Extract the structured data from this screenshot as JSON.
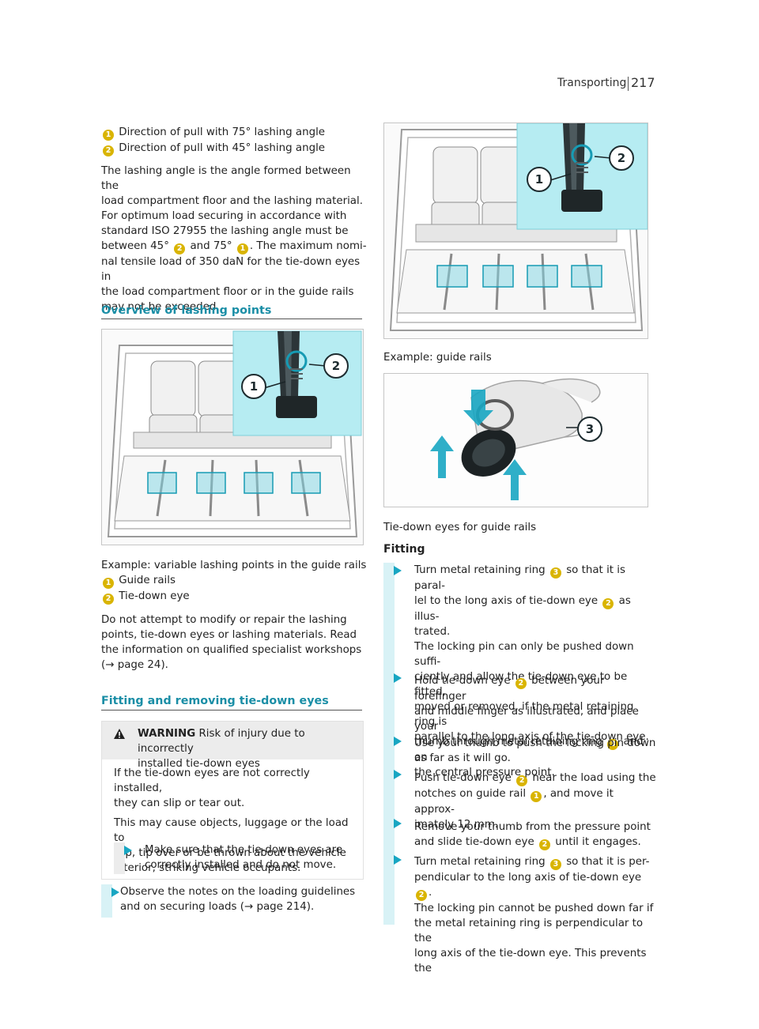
{
  "header": {
    "title": "Transporting",
    "page": "217"
  },
  "legend_top": [
    {
      "num": "1",
      "text": "Direction of pull with 75° lashing angle"
    },
    {
      "num": "2",
      "text": "Direction of pull with 45° lashing angle"
    }
  ],
  "intro": {
    "l1": "The lashing angle is the angle formed between the",
    "l2": "load compartment floor and the lashing material.",
    "l3": "For optimum load securing in accordance with",
    "l4": "standard ISO 27955 the lashing angle must be",
    "l5a": "between 45°",
    "l5b": "and 75°",
    "l5c": ". The maximum nomi-",
    "l6": "nal tensile load of 350 daN for the tie-down eyes in",
    "l7": "the load compartment floor or in the guide rails",
    "l8": "may not be exceeded.",
    "n2": "2",
    "n1": "1"
  },
  "section1": {
    "title": "Overview of lashing points"
  },
  "figure1": {
    "caption": "Example: variable lashing points in the guide rails",
    "callouts": [
      "1",
      "2"
    ],
    "legend": [
      {
        "num": "1",
        "text": "Guide rails"
      },
      {
        "num": "2",
        "text": "Tie-down eye"
      }
    ]
  },
  "modify_note": {
    "l1": "Do not attempt to modify or repair the lashing",
    "l2": "points, tie-down eyes or lashing materials. Read",
    "l3": "the information on qualified specialist workshops",
    "l4": "(→ page 24)."
  },
  "section2": {
    "title": "Fitting and removing tie-down eyes"
  },
  "warning": {
    "label": "WARNING",
    "title_a": "Risk of injury due to incorrectly",
    "title_b": "installed tie-down eyes",
    "p1_l1": "If the tie-down eyes are not correctly installed,",
    "p1_l2": "they can slip or tear out.",
    "p2_l1": "This may cause objects, luggage or the load to",
    "p2_l2": "slip, tip over or be thrown about the vehicle",
    "p2_l3": "interior, striking vehicle occupants.",
    "step_l1": "Make sure that the tie-down eyes are",
    "step_l2": "correctly installed and do not move."
  },
  "observe_step": {
    "l1": "Observe the notes on the loading guidelines",
    "l2": "and on securing loads (→ page 214)."
  },
  "figure2": {
    "caption": "Example: guide rails",
    "callouts": [
      "1",
      "2"
    ]
  },
  "figure3": {
    "caption": "Tie-down eyes for guide rails",
    "callouts": [
      "3"
    ]
  },
  "fitting": {
    "title": "Fitting",
    "steps": [
      {
        "l1a": "Turn metal retaining ring",
        "n1": "3",
        "l1b": "so that it is paral-",
        "l2a": "lel to the long axis of tie-down eye",
        "n2": "2",
        "l2b": "as illus-",
        "l3": "trated.",
        "l4": "The locking pin can only be pushed down suffi-",
        "l5": "ciently and allow the tie-down eye to be fitted,",
        "l6": "moved or removed, if the metal retaining ring is",
        "l7": "parallel to the long axis of the tie-down eye."
      },
      {
        "l1a": "Hold tie-down eye",
        "n1": "2",
        "l1b": "between your forefinger",
        "l2": "and middle finger as illustrated, and place your",
        "l3a": "thumb through metal retaining ring",
        "n2": "3",
        "l3b": "and on",
        "l4": "the central pressure point."
      },
      {
        "l1": "Use your thumb to push the locking pin down",
        "l2": "as far as it will go."
      },
      {
        "l1a": "Push tie-down eye",
        "n1": "2",
        "l1b": "near the load using the",
        "l2a": "notches on guide rail",
        "n2": "1",
        "l2b": ", and move it approx-",
        "l3": "imately 12 mm."
      },
      {
        "l1": "Remove your thumb from the pressure point",
        "l2a": "and slide tie-down eye",
        "n1": "2",
        "l2b": "until it engages."
      },
      {
        "l1a": "Turn metal retaining ring",
        "n1": "3",
        "l1b": "so that it is per-",
        "l2a": "pendicular to the long axis of tie-down eye",
        "n2": "2",
        "l2b": ".",
        "l3": "The locking pin cannot be pushed down far if",
        "l4": "the metal retaining ring is perpendicular to the",
        "l5": "long axis of the tie-down eye. This prevents the"
      }
    ]
  }
}
